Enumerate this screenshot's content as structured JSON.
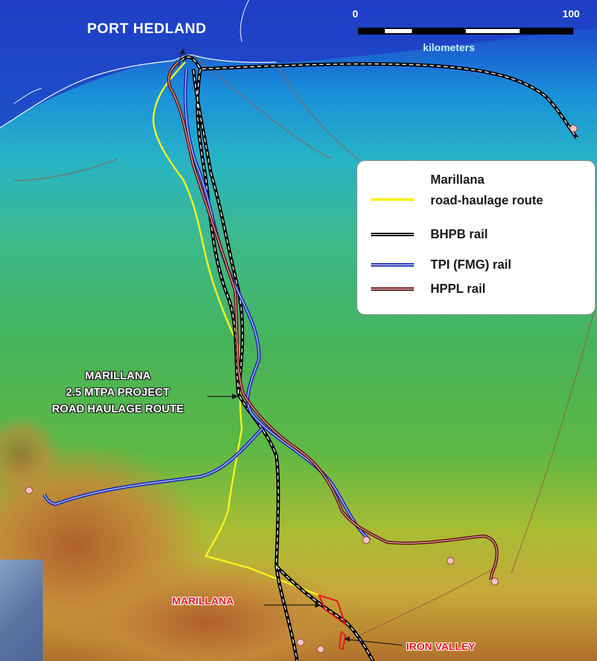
{
  "map": {
    "title": "PORT HEDLAND",
    "scale_bar": {
      "start_label": "0",
      "end_label": "100",
      "unit_label": "kilometers"
    },
    "legend": [
      {
        "label": "Marillana\nroad-haulage route",
        "line_1": "Marillana",
        "line_2": "road-haulage route",
        "color": "#f6f21e",
        "style": "solid"
      },
      {
        "label": "BHPB rail",
        "color": "#000000",
        "style": "double-rail"
      },
      {
        "label": "TPI (FMG) rail",
        "color": "#1e2fb4",
        "style": "double-rail"
      },
      {
        "label": "HPPL rail",
        "color": "#6a0f0f",
        "style": "double-rail"
      }
    ],
    "project_label": {
      "line_1": "MARILLANA",
      "line_2": "2.5 MTPA PROJECT",
      "line_3": "ROAD HAULAGE ROUTE"
    },
    "site_labels": {
      "marillana": "MARILLANA",
      "iron_valley": "IRON VALLEY"
    },
    "colors": {
      "sea": "#1e4fc8",
      "coast_shallow": "#1aa0d8",
      "plain_green": "#4fb34a",
      "plain_yellow": "#b8c23a",
      "ranges_brown": "#b45a2a",
      "road_haulage": "#f6f21e",
      "bhpb_rail": "#000000",
      "tpi_fmg_rail": "#1e2fb4",
      "hppl_rail": "#6a0f0f",
      "project_outline": "#e8141c",
      "mine_marker": "#f3c6c6"
    }
  }
}
